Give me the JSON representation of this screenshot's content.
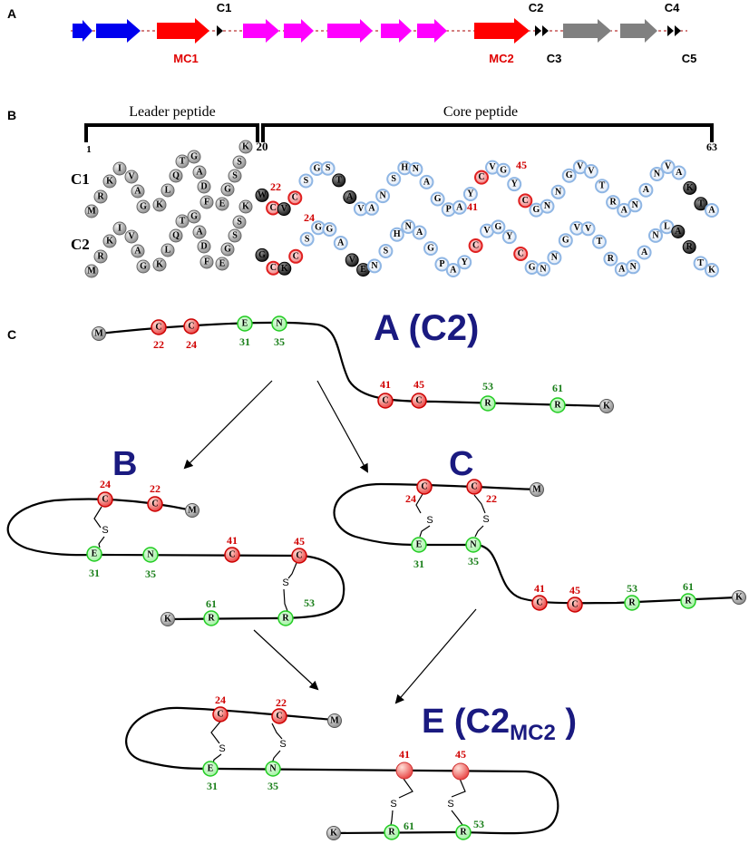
{
  "panels": {
    "a": "A",
    "b": "B",
    "c": "C"
  },
  "gene_labels": {
    "c1": "C1",
    "mc1": "MC1",
    "c2": "C2",
    "c3": "C3",
    "mc2": "MC2",
    "c4": "C4",
    "c5": "C5"
  },
  "section_labels": {
    "leader": "Leader peptide",
    "core": "Core peptide"
  },
  "position_labels": {
    "p1": "1",
    "p20": "20",
    "p63": "63"
  },
  "row_labels": {
    "c1": "C1",
    "c2": "C2"
  },
  "c1_numbers": {
    "n22": "22",
    "n24": "24",
    "n41": "41",
    "n45": "45"
  },
  "structure_titles": {
    "a": "A (C2)",
    "b": "B",
    "c": "C",
    "e_main": "E (C2",
    "e_sub": "MC2",
    "e_close": " )"
  },
  "sulfur": "S",
  "colors": {
    "red": "#e02020",
    "green": "#22cc22",
    "gray": "#b5b5b5",
    "black": "#222222",
    "light_blue": "#a9c9ee",
    "blue": "#0000ee",
    "magenta": "#ff00ff",
    "title_blue": "#1a1a80"
  },
  "sequences": {
    "c1": [
      "M",
      "R",
      "K",
      "I",
      "V",
      "A",
      "G",
      "K",
      "L",
      "Q",
      "T",
      "G",
      "A",
      "D",
      "F",
      "E",
      "G",
      "S",
      "S",
      "K",
      "W",
      "C",
      "V",
      "C",
      "S",
      "G",
      "S",
      "T",
      "A",
      "V",
      "A",
      "N",
      "S",
      "H",
      "N",
      "A",
      "G",
      "P",
      "A",
      "Y",
      "C",
      "V",
      "G",
      "Y",
      "C",
      "G",
      "N",
      "N",
      "G",
      "V",
      "V",
      "T",
      "R",
      "A",
      "N",
      "A",
      "N",
      "V",
      "A",
      "K",
      "T",
      "A"
    ],
    "c2": [
      "M",
      "R",
      "K",
      "I",
      "V",
      "A",
      "G",
      "K",
      "L",
      "Q",
      "T",
      "G",
      "A",
      "D",
      "F",
      "E",
      "G",
      "S",
      "S",
      "K",
      "G",
      "C",
      "K",
      "C",
      "S",
      "G",
      "G",
      "A",
      "V",
      "E",
      "N",
      "S",
      "H",
      "N",
      "A",
      "G",
      "P",
      "A",
      "Y",
      "C",
      "V",
      "G",
      "Y",
      "C",
      "G",
      "N",
      "N",
      "G",
      "V",
      "V",
      "T",
      "R",
      "A",
      "N",
      "A",
      "N",
      "L",
      "A",
      "R",
      "T",
      "K"
    ]
  },
  "structures": {
    "a": {
      "m": "M",
      "c22": "C",
      "n22": "22",
      "c24": "C",
      "n24": "24",
      "e31": "E",
      "n31": "31",
      "n35r": "N",
      "n35": "35",
      "c41": "C",
      "n41": "41",
      "c45": "C",
      "n45": "45",
      "r53": "R",
      "n53": "53",
      "r61": "R",
      "n61": "61",
      "k": "K"
    },
    "b": {
      "c24": "C",
      "n24": "24",
      "c22": "C",
      "n22": "22",
      "m": "M",
      "e31": "E",
      "n31": "31",
      "n35r": "N",
      "n35": "35",
      "c41": "C",
      "n41": "41",
      "c45": "C",
      "n45": "45",
      "k": "K",
      "r61": "R",
      "n61": "61",
      "r53": "R",
      "n53": "53"
    },
    "c": {
      "c24": "C",
      "n24": "24",
      "c22": "C",
      "n22": "22",
      "m": "M",
      "e31": "E",
      "n31": "31",
      "n35r": "N",
      "n35": "35",
      "c41": "C",
      "n41": "41",
      "c45": "C",
      "n45": "45",
      "r53": "R",
      "n53": "53",
      "r61": "R",
      "n61": "61",
      "k": "K"
    },
    "e": {
      "c24": "C",
      "n24": "24",
      "c22": "C",
      "n22": "22",
      "m": "M",
      "e31": "E",
      "n31": "31",
      "n35r": "N",
      "n35": "35",
      "n41": "41",
      "n45": "45",
      "k": "K",
      "r61": "R",
      "n61": "61",
      "r53": "R",
      "n53": "53"
    }
  }
}
